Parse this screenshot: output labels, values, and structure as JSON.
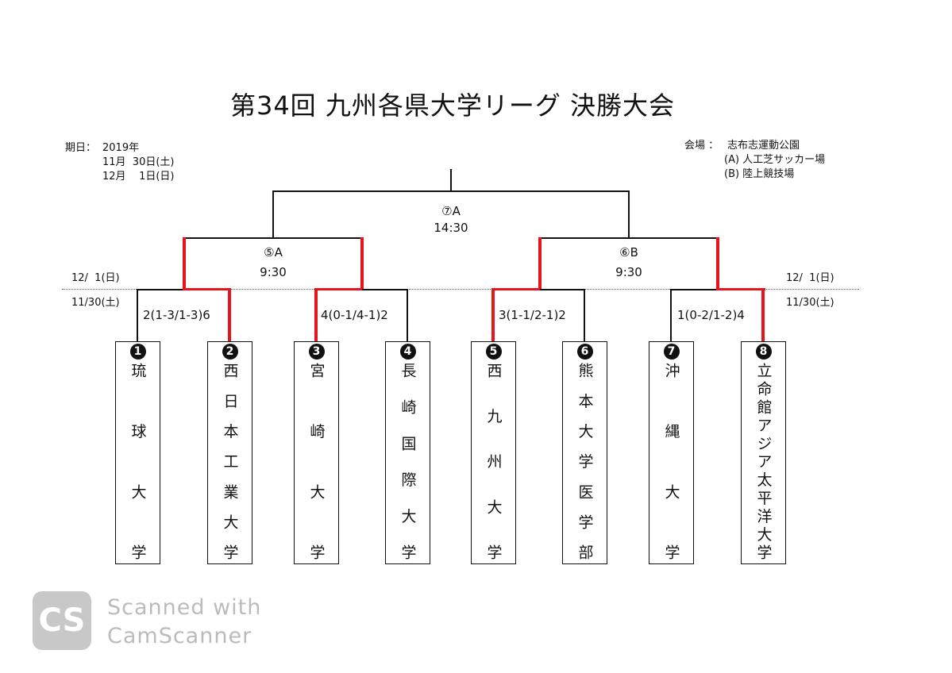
{
  "title": "第34回 九州各県大学リーグ 決勝大会",
  "dates": {
    "label": "期日：",
    "lines": [
      "2019年",
      "11月  30日(土)",
      "12月    1日(日)"
    ]
  },
  "venue": {
    "label": "会場 ：",
    "lines": [
      "志布志運動公園",
      "(A) 人工芝サッカー場",
      "(B) 陸上競技場"
    ]
  },
  "day_labels": {
    "upper": "12/  1(日)",
    "lower": "11/30(土)"
  },
  "final": {
    "match": "⑦A",
    "time": "14:30"
  },
  "semis": [
    {
      "match": "⑤A",
      "time": "9:30"
    },
    {
      "match": "⑥B",
      "time": "9:30"
    }
  ],
  "scores": [
    "2(1-3/1-3)6",
    "4(0-1/4-1)2",
    "3(1-1/2-1)2",
    "1(0-2/1-2)4"
  ],
  "teams": [
    {
      "seed": "1",
      "name": "琉球大学"
    },
    {
      "seed": "2",
      "name": "西日本工業大学"
    },
    {
      "seed": "3",
      "name": "宮崎大学"
    },
    {
      "seed": "4",
      "name": "長崎国際大学"
    },
    {
      "seed": "5",
      "name": "西九州大学"
    },
    {
      "seed": "6",
      "name": "熊本大学医学部"
    },
    {
      "seed": "7",
      "name": "沖縄大学"
    },
    {
      "seed": "8",
      "name": "立命館アジア太平洋大学"
    }
  ],
  "watermark": {
    "logo": "CS",
    "line1": "Scanned with",
    "line2": "CamScanner"
  },
  "colors": {
    "winner_line": "#e8141b",
    "line": "#111111"
  }
}
